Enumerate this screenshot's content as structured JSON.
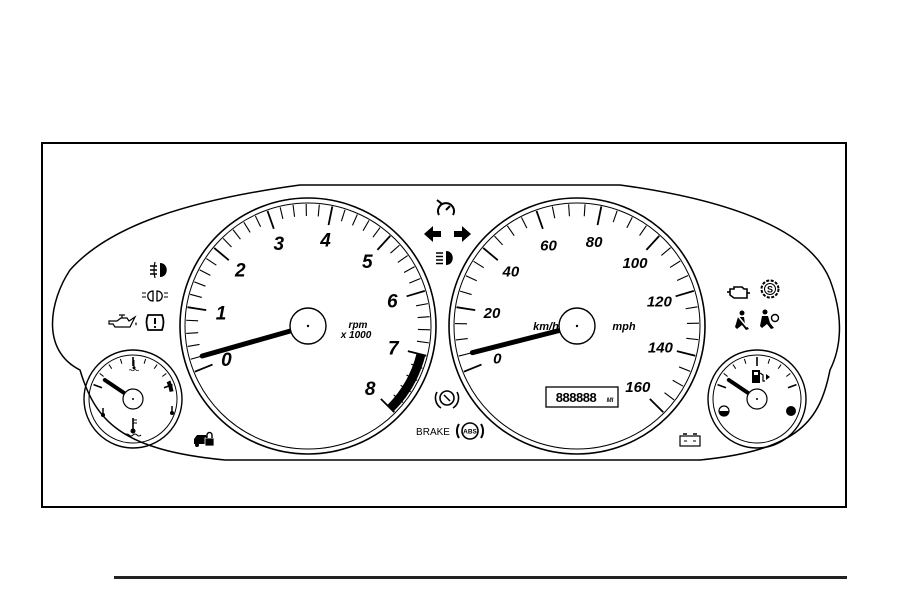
{
  "tachometer": {
    "labels": [
      "0",
      "1",
      "2",
      "3",
      "4",
      "5",
      "6",
      "7",
      "8"
    ],
    "unit_line1": "rpm",
    "unit_line2": "x 1000",
    "needle_value": 0.2
  },
  "speedometer": {
    "labels": [
      "0",
      "20",
      "40",
      "60",
      "80",
      "100",
      "120",
      "140",
      "160"
    ],
    "unit_kmh": "km/h",
    "unit_mph": "mph",
    "needle_value": 5,
    "odometer_digits": "888888",
    "odometer_unit": "MI"
  },
  "temp_gauge": {
    "needle_fraction": 0.1
  },
  "fuel_gauge": {
    "needle_fraction": 0.1
  },
  "brake_label": "BRAKE",
  "abs_label": "ABS",
  "colors": {
    "line": "#000000",
    "background": "#ffffff"
  },
  "icons": [
    "cruise-control-icon",
    "turn-signal-left-icon",
    "turn-signal-right-icon",
    "high-beam-icon",
    "rear-fog-lamp-icon",
    "front-fog-lamp-icon",
    "oil-pressure-icon",
    "tire-pressure-icon",
    "traction-control-icon",
    "security-icon",
    "check-engine-icon",
    "service-icon",
    "seatbelt-icon",
    "airbag-icon",
    "battery-icon",
    "coolant-temp-icon"
  ]
}
